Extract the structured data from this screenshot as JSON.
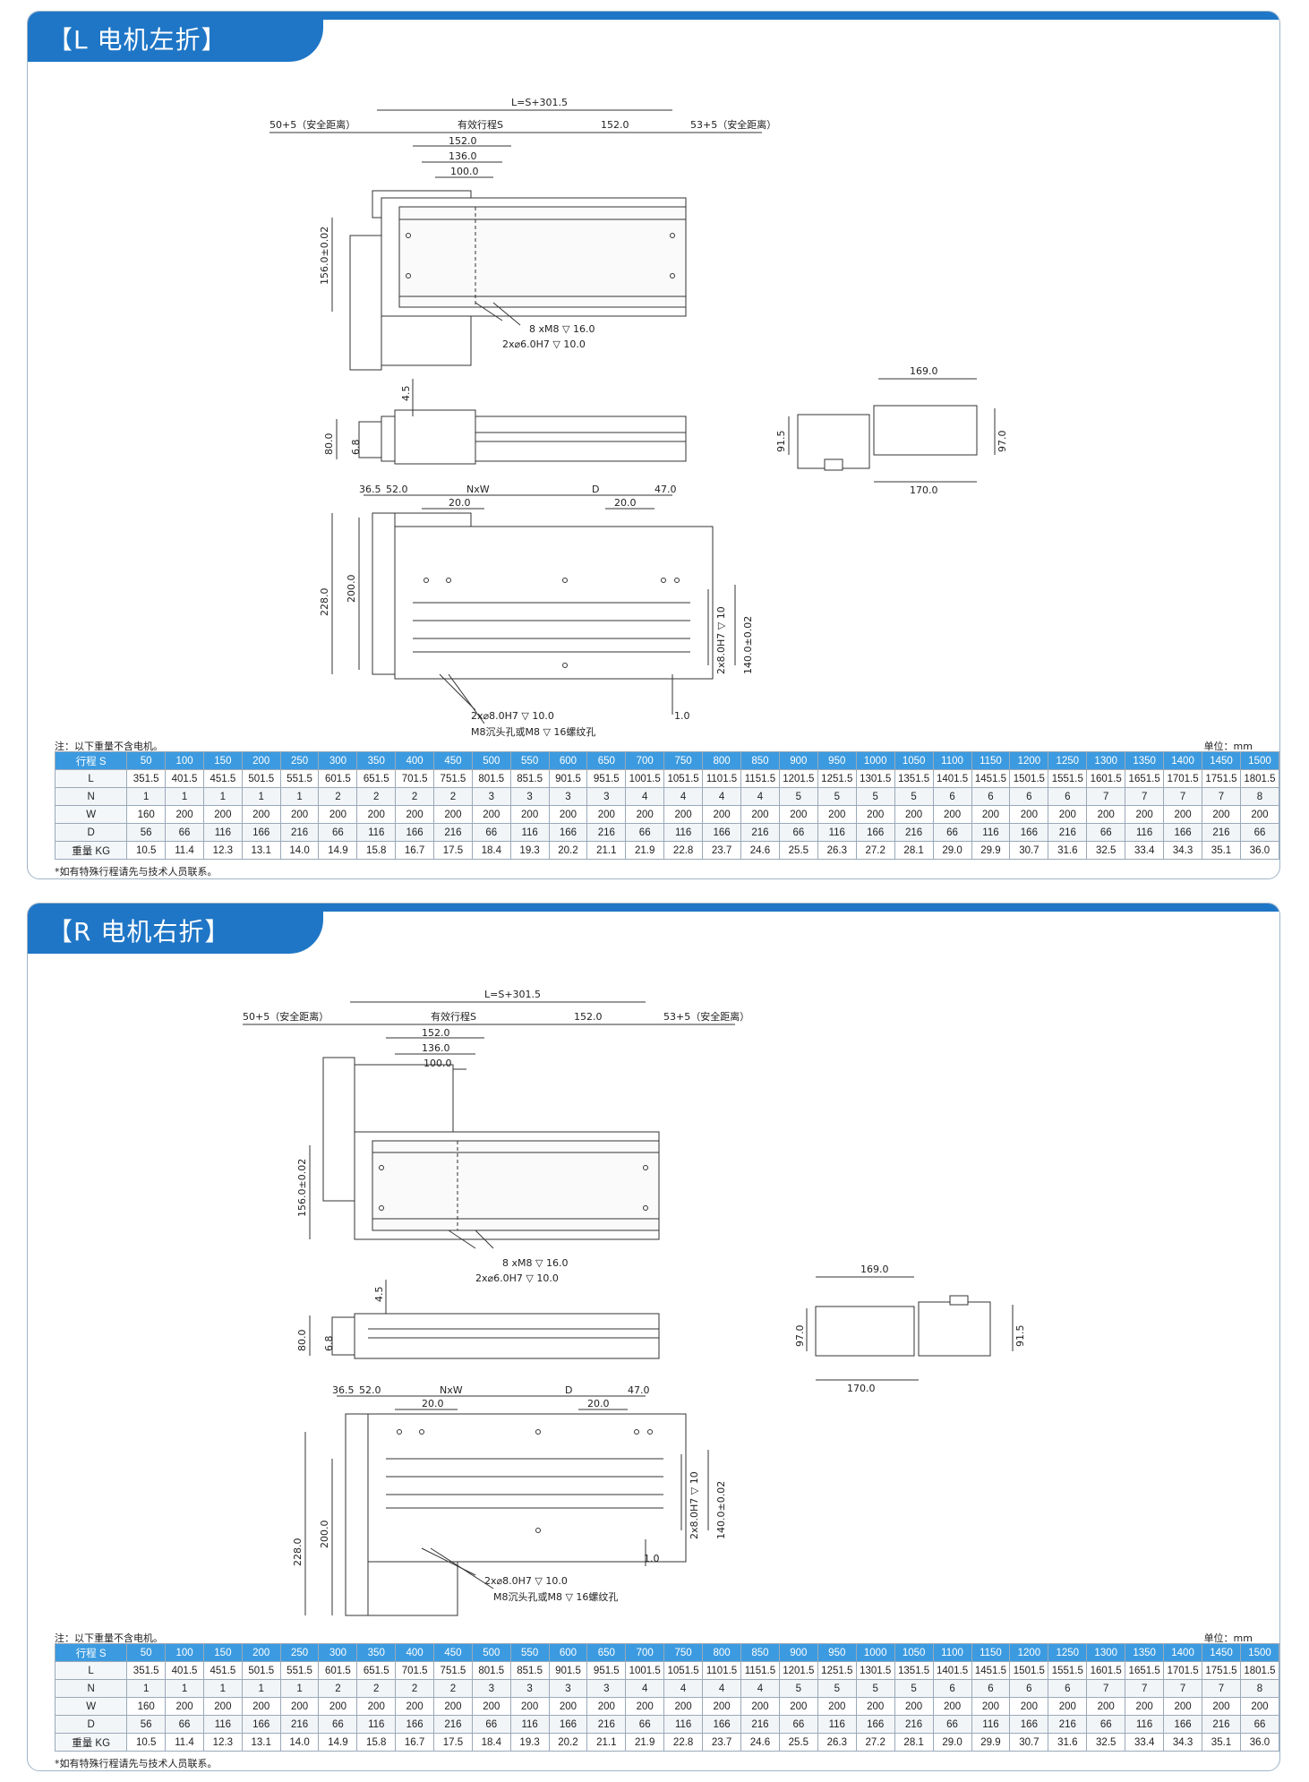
{
  "sections": [
    {
      "title": "【L 电机左折】",
      "note": "注：以下重量不含电机。",
      "unit": "单位：mm",
      "footnote": "*如有特殊行程请先与技术人员联系。",
      "dims": {
        "total": "L=S+301.5",
        "safe_left": "50+5（安全距离）",
        "stroke": "有效行程S",
        "d152": "152.0",
        "safe_right": "53+5（安全距离）",
        "d152b": "152.0",
        "d136": "136.0",
        "d100": "100.0",
        "h156": "156.0±0.02",
        "hole1": "8 xM8 ▽ 16.0",
        "hole2": "2x⌀6.0H7 ▽ 10.0",
        "d45": "4.5",
        "d80": "80.0",
        "d68": "6.8",
        "w169": "169.0",
        "w170": "170.0",
        "h915": "91.5",
        "h970": "97.0",
        "d365": "36.5",
        "d520": "52.0",
        "nxw": "NxW",
        "dd": "D",
        "d470": "47.0",
        "d20a": "20.0",
        "d20b": "20.0",
        "h228": "228.0",
        "h200": "200.0",
        "h2x8": "2x8.0H7 ▽ 10",
        "h140": "140.0±0.02",
        "hole3": "2x⌀8.0H7 ▽ 10.0",
        "hole4": "M8沉头孔或M8 ▽ 16螺纹孔",
        "d10": "1.0"
      }
    },
    {
      "title": "【R 电机右折】",
      "note": "注：以下重量不含电机。",
      "unit": "单位：mm",
      "footnote": "*如有特殊行程请先与技术人员联系。",
      "dims": {
        "total": "L=S+301.5",
        "safe_left": "50+5（安全距离）",
        "stroke": "有效行程S",
        "d152": "152.0",
        "safe_right": "53+5（安全距离）",
        "d152b": "152.0",
        "d136": "136.0",
        "d100": "100.0",
        "h156": "156.0±0.02",
        "hole1": "8 xM8 ▽ 16.0",
        "hole2": "2x⌀6.0H7 ▽ 10.0",
        "d45": "4.5",
        "d80": "80.0",
        "d68": "6.8",
        "w169": "169.0",
        "w170": "170.0",
        "h915": "91.5",
        "h970": "97.0",
        "d365": "36.5",
        "d520": "52.0",
        "nxw": "NxW",
        "dd": "D",
        "d470": "47.0",
        "d20a": "20.0",
        "d20b": "20.0",
        "h228": "228.0",
        "h200": "200.0",
        "h2x8": "2x8.0H7 ▽ 10",
        "h140": "140.0±0.02",
        "hole3": "2x⌀8.0H7 ▽ 10.0",
        "hole4": "M8沉头孔或M8 ▽ 16螺纹孔",
        "d10": "1.0"
      }
    }
  ],
  "table": {
    "rows": [
      {
        "label": "行程 S",
        "values": [
          "50",
          "100",
          "150",
          "200",
          "250",
          "300",
          "350",
          "400",
          "450",
          "500",
          "550",
          "600",
          "650",
          "700",
          "750",
          "800",
          "850",
          "900",
          "950",
          "1000",
          "1050",
          "1100",
          "1150",
          "1200",
          "1250",
          "1300",
          "1350",
          "1400",
          "1450",
          "1500"
        ]
      },
      {
        "label": "L",
        "values": [
          "351.5",
          "401.5",
          "451.5",
          "501.5",
          "551.5",
          "601.5",
          "651.5",
          "701.5",
          "751.5",
          "801.5",
          "851.5",
          "901.5",
          "951.5",
          "1001.5",
          "1051.5",
          "1101.5",
          "1151.5",
          "1201.5",
          "1251.5",
          "1301.5",
          "1351.5",
          "1401.5",
          "1451.5",
          "1501.5",
          "1551.5",
          "1601.5",
          "1651.5",
          "1701.5",
          "1751.5",
          "1801.5"
        ]
      },
      {
        "label": "N",
        "values": [
          "1",
          "1",
          "1",
          "1",
          "1",
          "2",
          "2",
          "2",
          "2",
          "3",
          "3",
          "3",
          "3",
          "4",
          "4",
          "4",
          "4",
          "5",
          "5",
          "5",
          "5",
          "6",
          "6",
          "6",
          "6",
          "7",
          "7",
          "7",
          "7",
          "8"
        ]
      },
      {
        "label": "W",
        "values": [
          "160",
          "200",
          "200",
          "200",
          "200",
          "200",
          "200",
          "200",
          "200",
          "200",
          "200",
          "200",
          "200",
          "200",
          "200",
          "200",
          "200",
          "200",
          "200",
          "200",
          "200",
          "200",
          "200",
          "200",
          "200",
          "200",
          "200",
          "200",
          "200",
          "200"
        ]
      },
      {
        "label": "D",
        "values": [
          "56",
          "66",
          "116",
          "166",
          "216",
          "66",
          "116",
          "166",
          "216",
          "66",
          "116",
          "166",
          "216",
          "66",
          "116",
          "166",
          "216",
          "66",
          "116",
          "166",
          "216",
          "66",
          "116",
          "166",
          "216",
          "66",
          "116",
          "166",
          "216",
          "66"
        ]
      },
      {
        "label": "重量 KG",
        "values": [
          "10.5",
          "11.4",
          "12.3",
          "13.1",
          "14.0",
          "14.9",
          "15.8",
          "16.7",
          "17.5",
          "18.4",
          "19.3",
          "20.2",
          "21.1",
          "21.9",
          "22.8",
          "23.7",
          "24.6",
          "25.5",
          "26.3",
          "27.2",
          "28.1",
          "29.0",
          "29.9",
          "30.7",
          "31.6",
          "32.5",
          "33.4",
          "34.3",
          "35.1",
          "36.0"
        ]
      }
    ]
  }
}
